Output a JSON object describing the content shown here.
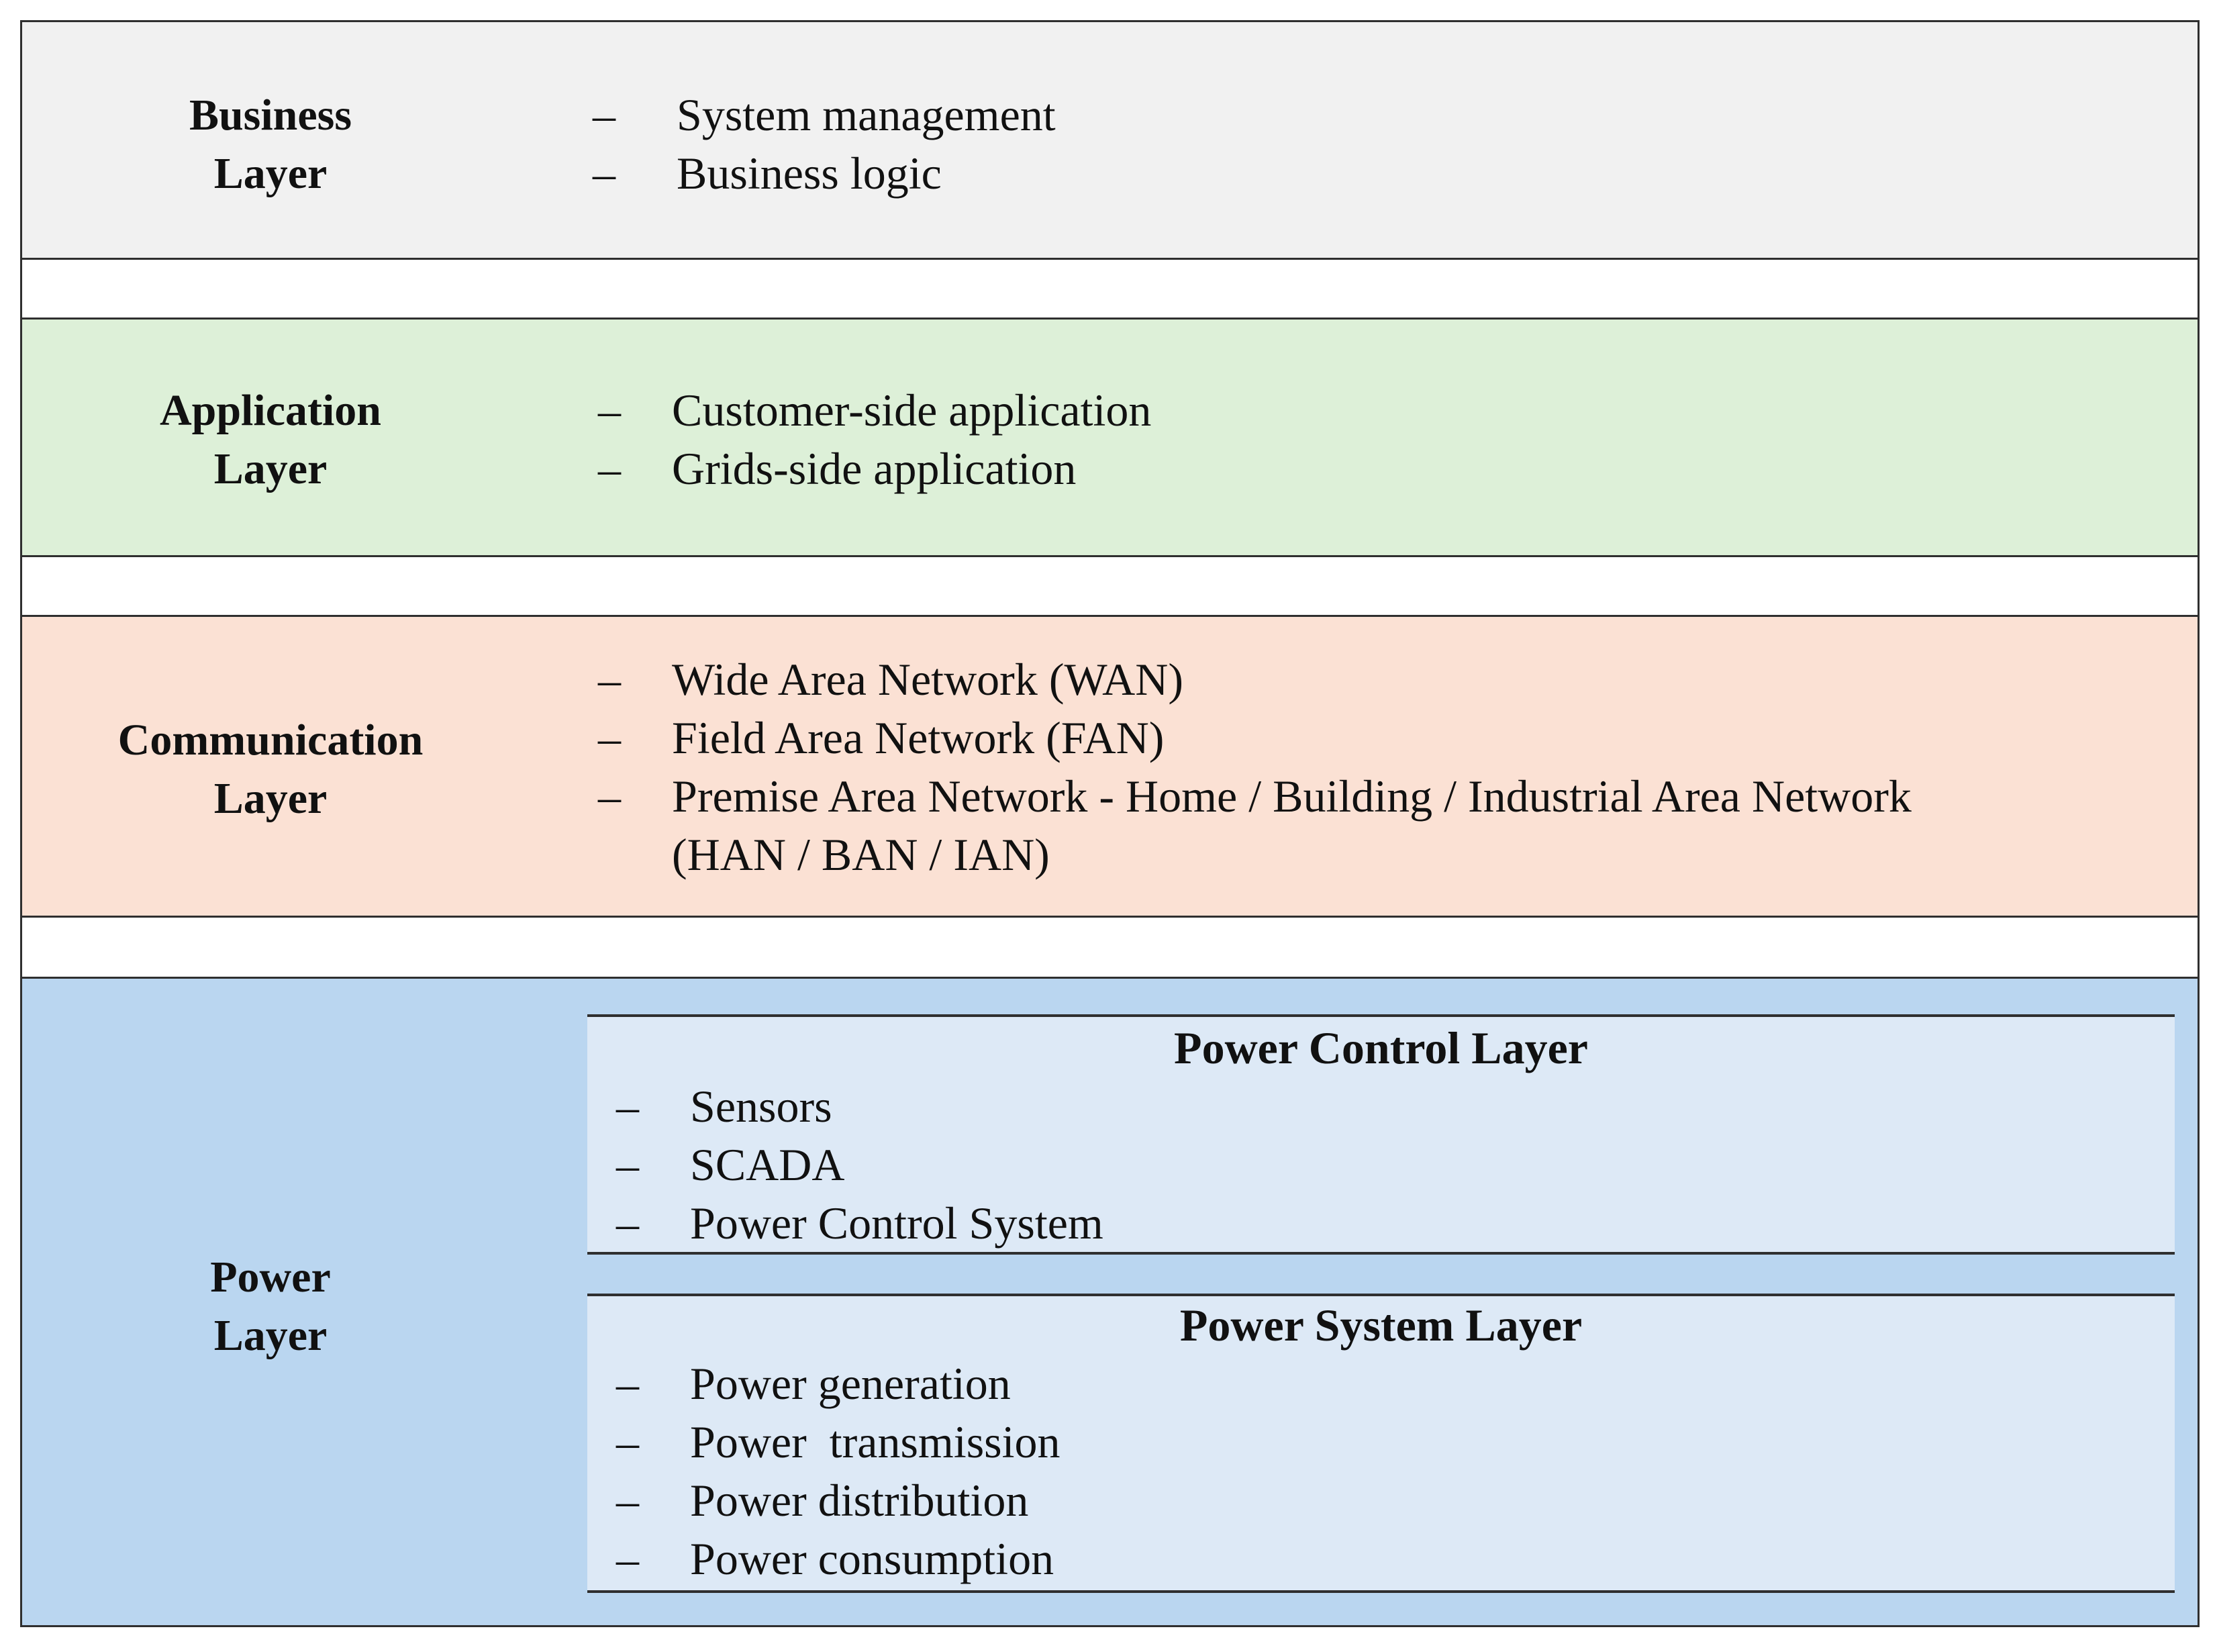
{
  "layers": [
    {
      "name": [
        "Business",
        "Layer"
      ],
      "items": [
        "System management",
        "Business logic"
      ]
    },
    {
      "name": [
        "Application",
        "Layer"
      ],
      "items": [
        "Customer-side application",
        "Grids-side application"
      ]
    },
    {
      "name": [
        "Communication",
        "Layer"
      ],
      "items": [
        "Wide Area Network (WAN)",
        "Field Area Network (FAN)",
        "Premise Area Network - Home / Building / Industrial Area Network",
        "(HAN / BAN / IAN)"
      ]
    },
    {
      "name": [
        "Power",
        "Layer"
      ]
    }
  ],
  "power_sublayers": [
    {
      "title": "Power Control Layer",
      "items": [
        "Sensors",
        "SCADA",
        "Power Control System"
      ]
    },
    {
      "title": "Power System Layer",
      "items": [
        "Power generation",
        "Power  transmission",
        "Power distribution",
        "Power consumption"
      ]
    }
  ],
  "bullet": "–",
  "colors": {
    "business": "#f1f1f1",
    "application": "#ddf0d8",
    "communication": "#fbe1d4",
    "power": "#bad6f0",
    "power_sub": "#dde9f6",
    "border": "#2f2f2f"
  }
}
